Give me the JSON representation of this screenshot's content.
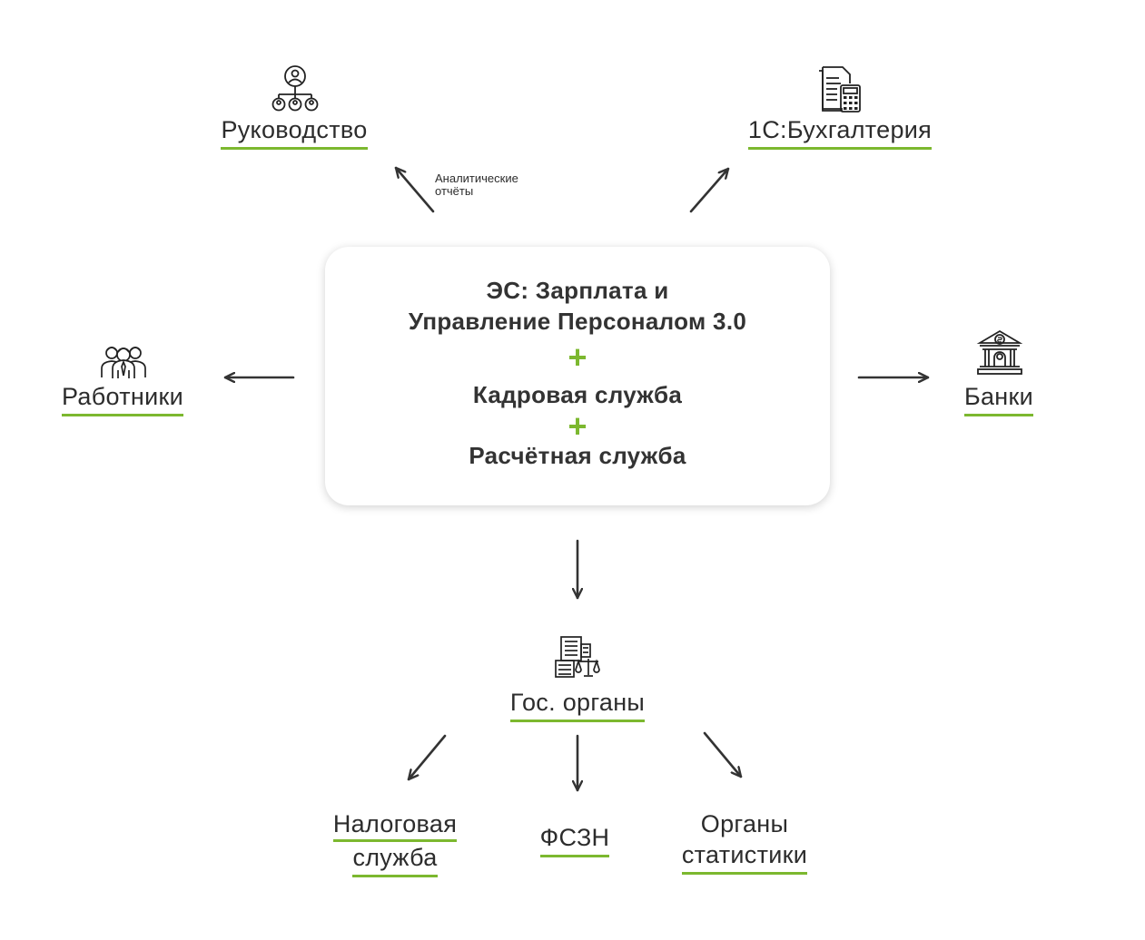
{
  "center": {
    "title_line1": "ЭС: Зарплата и",
    "title_line2": "Управление Персоналом 3.0",
    "plus1": "+",
    "hr_service": "Кадровая служба",
    "plus2": "+",
    "payroll_service": "Расчётная служба"
  },
  "nodes": {
    "management": "Руководство",
    "accounting": "1С:Бухгалтерия",
    "employees": "Работники",
    "banks": "Банки",
    "government": "Гос. органы",
    "tax_line1": "Налоговая",
    "tax_line2": "служба",
    "fszn": "ФСЗН",
    "stats_line1": "Органы",
    "stats_line2": "статистики"
  },
  "note": {
    "line1": "Аналитические",
    "line2": "отчёты"
  },
  "icons": {
    "management": "org-chart-icon",
    "accounting": "document-calculator-icon",
    "employees": "people-group-icon",
    "banks": "bank-icon",
    "government": "government-building-scales-icon"
  },
  "colors": {
    "accent": "#7cb82f",
    "text": "#2c2c2c",
    "arrow": "#333333"
  }
}
